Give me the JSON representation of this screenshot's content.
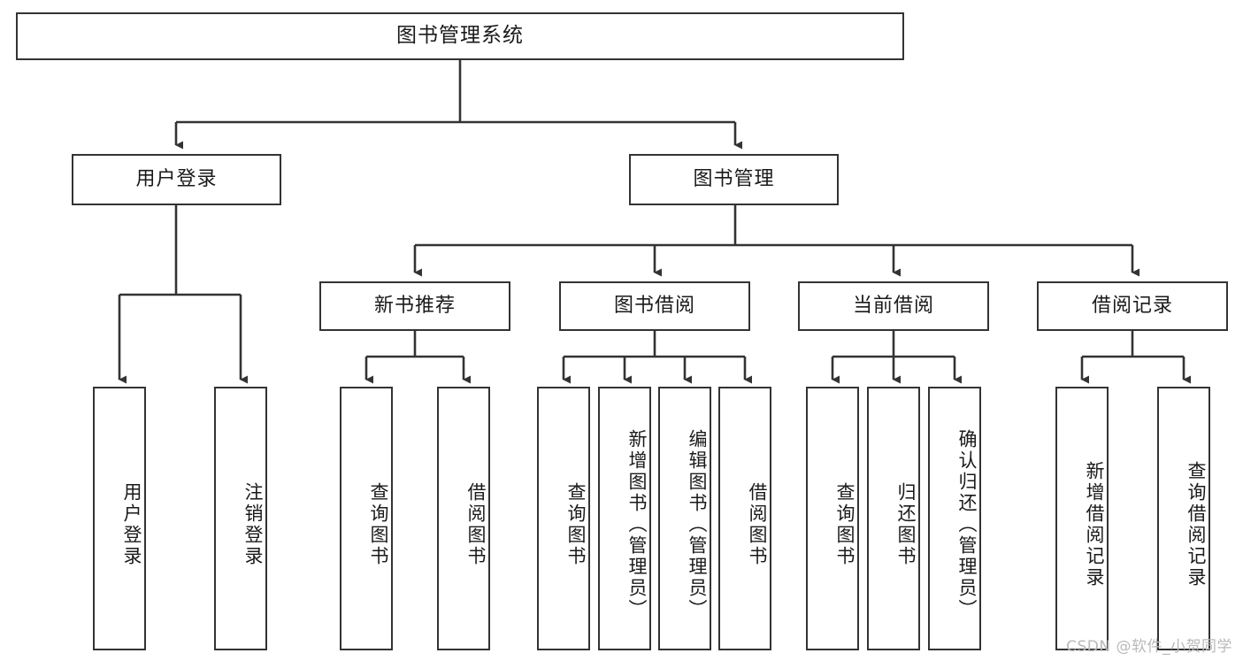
{
  "diagram": {
    "title": "图书管理系统",
    "type": "tree",
    "watermark": "CSDN @软件_小贺同学",
    "colors": {
      "node_border": "#333333",
      "node_fill": "#ffffff",
      "edge": "#333333",
      "text": "#1a1a1a",
      "watermark": "#b9b9b9",
      "background": "#ffffff"
    },
    "nodes": {
      "root": {
        "label": "图书管理系统"
      },
      "level2": [
        {
          "id": "user-login",
          "label": "用户登录"
        },
        {
          "id": "book-manage",
          "label": "图书管理"
        }
      ],
      "level3": [
        {
          "id": "new-book-recommend",
          "label": "新书推荐"
        },
        {
          "id": "book-borrow",
          "label": "图书借阅"
        },
        {
          "id": "current-borrow",
          "label": "当前借阅"
        },
        {
          "id": "borrow-record",
          "label": "借阅记录"
        }
      ],
      "leaves": {
        "user-login": [
          {
            "id": "leaf-user-login",
            "label": "用户登录"
          },
          {
            "id": "leaf-logout",
            "label": "注销登录"
          }
        ],
        "new-book-recommend": [
          {
            "id": "leaf-query-book-1",
            "label": "查询图书"
          },
          {
            "id": "leaf-borrow-book-1",
            "label": "借阅图书"
          }
        ],
        "book-borrow": [
          {
            "id": "leaf-query-book-2",
            "label": "查询图书"
          },
          {
            "id": "leaf-add-book",
            "label": "新增图书（管理员）"
          },
          {
            "id": "leaf-edit-book",
            "label": "编辑图书（管理员）"
          },
          {
            "id": "leaf-borrow-book-2",
            "label": "借阅图书"
          }
        ],
        "current-borrow": [
          {
            "id": "leaf-query-book-3",
            "label": "查询图书"
          },
          {
            "id": "leaf-return-book",
            "label": "归还图书"
          },
          {
            "id": "leaf-confirm-return",
            "label": "确认归还（管理员）"
          }
        ],
        "borrow-record": [
          {
            "id": "leaf-add-record",
            "label": "新增借阅记录"
          },
          {
            "id": "leaf-query-record",
            "label": "查询借阅记录"
          }
        ]
      }
    }
  }
}
